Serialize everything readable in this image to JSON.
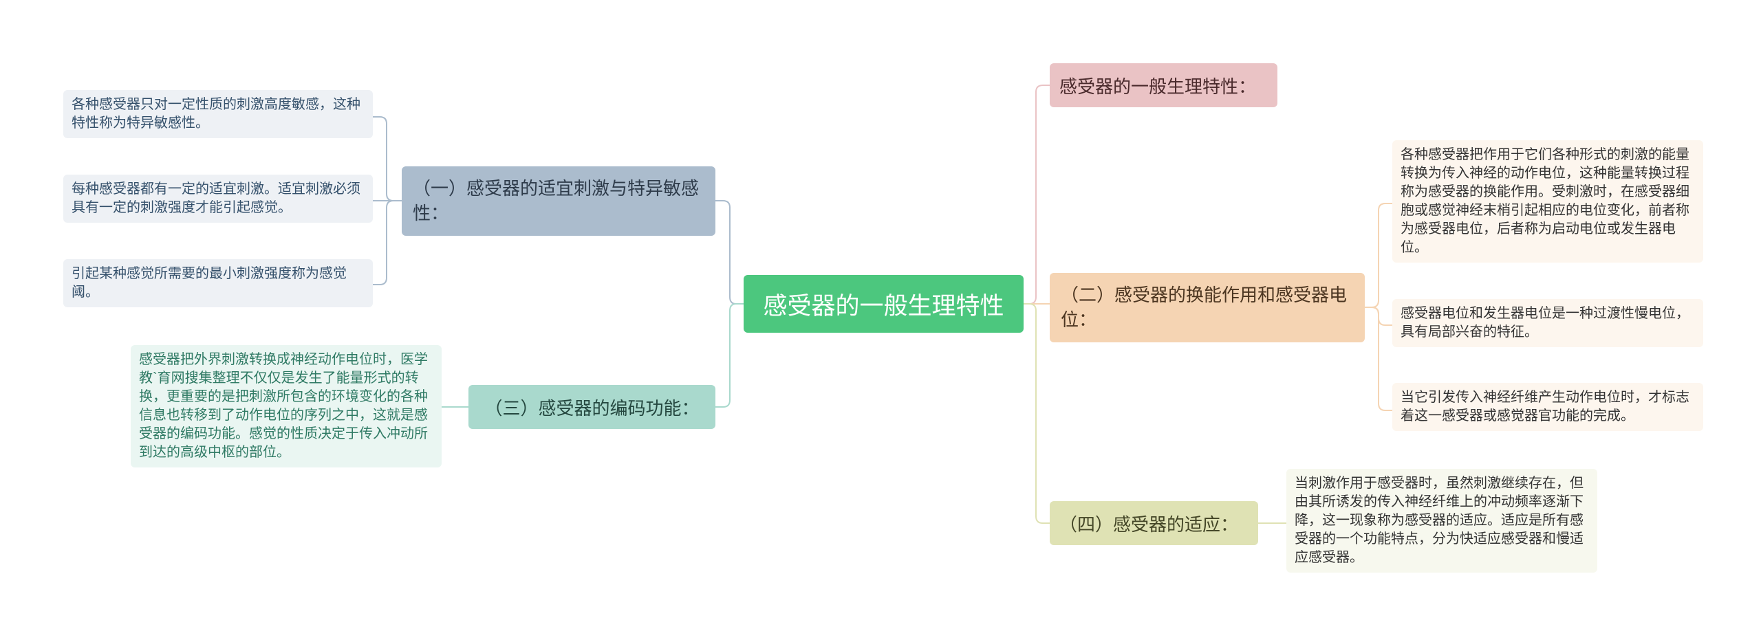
{
  "root": {
    "label": "感受器的一般生理特性"
  },
  "branches": {
    "b0": {
      "label": "感受器的一般生理特性："
    },
    "b1": {
      "label": "（一）感受器的适宜刺激与特异敏感性："
    },
    "b2": {
      "label": "（二）感受器的换能作用和感受器电位："
    },
    "b3": {
      "label": "（三）感受器的编码功能："
    },
    "b4": {
      "label": "（四）感受器的适应："
    }
  },
  "leaves": {
    "l1": "各种感受器只对一定性质的刺激高度敏感，这种特性称为特异敏感性。",
    "l2": "每种感受器都有一定的适宜刺激。适宜刺激必须具有一定的刺激强度才能引起感觉。",
    "l3": "引起某种感觉所需要的最小刺激强度称为感觉阈。",
    "l4": "感受器把外界刺激转换成神经动作电位时，医学教`育网搜集整理不仅仅是发生了能量形式的转换，更重要的是把刺激所包含的环境变化的各种信息也转移到了动作电位的序列之中，这就是感受器的编码功能。感觉的性质决定于传入冲动所到达的高级中枢的部位。",
    "l5": "各种感受器把作用于它们各种形式的刺激的能量转换为传入神经的动作电位，这种能量转换过程称为感受器的换能作用。受刺激时，在感受器细胞或感觉神经末梢引起相应的电位变化，前者称为感受器电位，后者称为启动电位或发生器电位。",
    "l6": "感受器电位和发生器电位是一种过渡性慢电位，具有局部兴奋的特征。",
    "l7": "当它引发传入神经纤维产生动作电位时，才标志着这一感受器或感觉器官功能的完成。",
    "l8": "当刺激作用于感受器时，虽然刺激继续存在，但由其所诱发的传入神经纤维上的冲动频率逐渐下降，这一现象称为感受器的适应。适应是所有感受器的一个功能特点，分为快适应感受器和慢适应感受器。"
  },
  "colors": {
    "root": "#4cc77e",
    "b0": "#eac3c5",
    "b1": "#abbccd",
    "b2": "#f5d4b3",
    "b3": "#a9d9cd",
    "b4": "#dfe2b4"
  }
}
